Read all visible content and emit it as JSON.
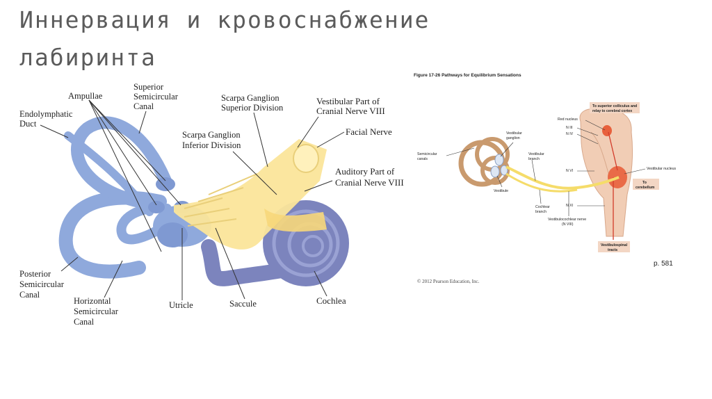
{
  "title": {
    "line1": "Иннервация и кровоснабжение",
    "line2": "лабиринта"
  },
  "left_diagram": {
    "labels": {
      "ampullae": "Ampullae",
      "superior_canal_1": "Superior",
      "superior_canal_2": "Semicircular",
      "superior_canal_3": "Canal",
      "endolymphatic_1": "Endolymphatic",
      "endolymphatic_2": "Duct",
      "scarpa_sup_1": "Scarpa Ganglion",
      "scarpa_sup_2": "Superior Division",
      "scarpa_inf_1": "Scarpa Ganglion",
      "scarpa_inf_2": "Inferior Division",
      "vestibular_part_1": "Vestibular Part of",
      "vestibular_part_2": "Cranial Nerve VIII",
      "facial_nerve": "Facial Nerve",
      "auditory_part_1": "Auditory Part of",
      "auditory_part_2": "Cranial Nerve VIII",
      "posterior_1": "Posterior",
      "posterior_2": "Semicircular",
      "posterior_3": "Canal",
      "horizontal_1": "Horizontal",
      "horizontal_2": "Semicircular",
      "horizontal_3": "Canal",
      "utricle": "Utricle",
      "saccule": "Saccule",
      "cochlea": "Cochlea"
    }
  },
  "right_figure": {
    "caption": "Figure 17-26  Pathways for Equilibrium Sensations",
    "labels": {
      "superior_colliculus_1": "To superior colliculus and",
      "superior_colliculus_2": "relay to cerebral cortex",
      "red_nucleus": "Red nucleus",
      "n_iii": "N III",
      "n_iv": "N IV",
      "vestibular_ganglion_1": "Vestibular",
      "vestibular_ganglion_2": "ganglion",
      "semicircular_canals_1": "Semicircular",
      "semicircular_canals_2": "canals",
      "vestibular_branch_1": "Vestibular",
      "vestibular_branch_2": "branch",
      "n_vi": "N VI",
      "vestibular_nucleus": "Vestibular nucleus",
      "to_cerebellum_1": "To",
      "to_cerebellum_2": "cerebellum",
      "vestibule": "Vestibule",
      "cochlear_branch_1": "Cochlear",
      "cochlear_branch_2": "branch",
      "n_xi": "N XI",
      "vestibulocochlear_1": "Vestibulocochlear nerve",
      "vestibulocochlear_2": "(N VIII)",
      "vestibulospinal_1": "Vestibulospinal",
      "vestibulospinal_2": "tracts"
    },
    "page": "p. 581",
    "copyright": "© 2012 Pearson Education, Inc."
  },
  "colors": {
    "labyrinth_blue": "#8fa9dc",
    "labyrinth_dark": "#6e7fb8",
    "nerve_yellow": "#fbe59a",
    "cochlea_purple": "#7c84bd",
    "title_gray": "#5b5b5b",
    "brainstem": "#f1cdb5",
    "nucleus_red": "#e8603c",
    "label_box": "#f3d6c4"
  }
}
